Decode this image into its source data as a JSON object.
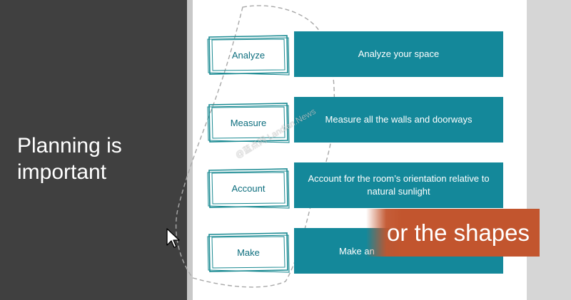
{
  "left_panel": {
    "title": "Planning is important"
  },
  "steps": [
    {
      "label": "Analyze",
      "description": "Analyze your space"
    },
    {
      "label": "Measure",
      "description": "Measure all the walls and doorways"
    },
    {
      "label": "Account",
      "description": "Account for the room’s orientation relative to natural sunlight"
    },
    {
      "label": "Make",
      "description": "Make an"
    }
  ],
  "caption": {
    "text": "or the shapes"
  },
  "watermark": {
    "text": "@蓝点网 Landian.News"
  },
  "colors": {
    "accent": "#14889a",
    "caption_bg": "#c2552e",
    "sidebar_bg": "#404040"
  },
  "icons": {
    "cursor": "mouse-pointer-icon"
  }
}
